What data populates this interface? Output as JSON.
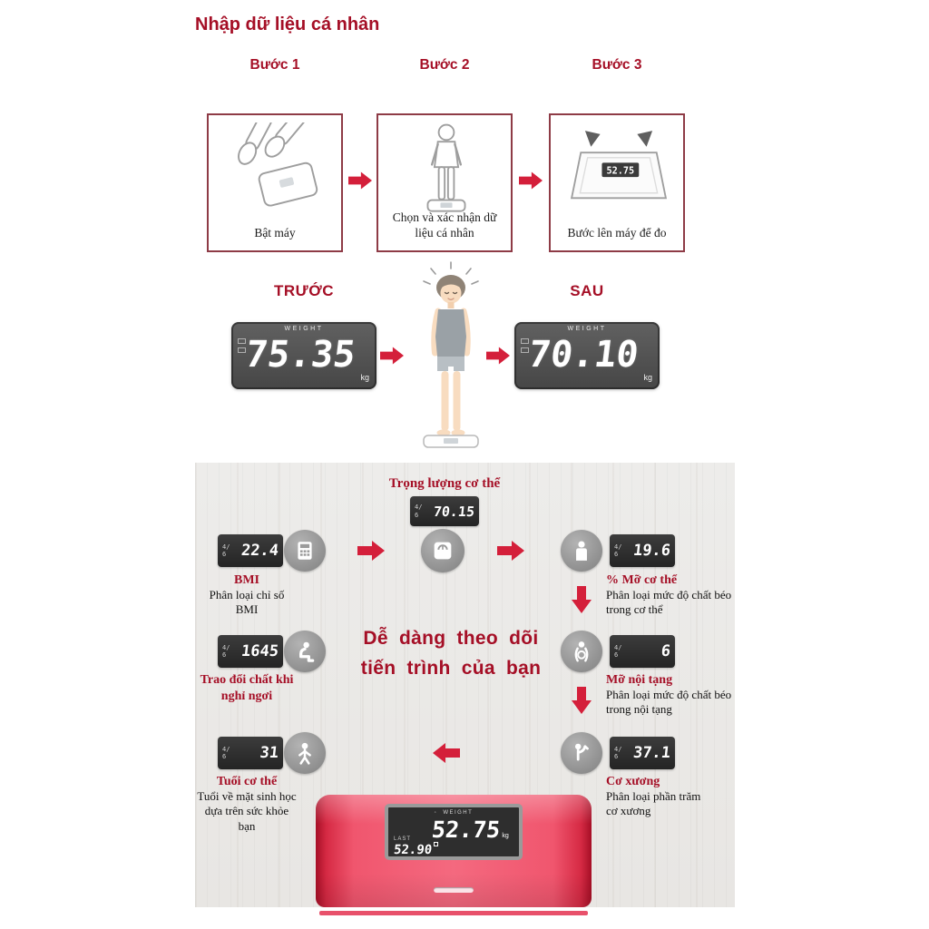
{
  "colors": {
    "accent": "#a50f26",
    "arrow_red": "#d41f3a",
    "device_pink": "#ee4763",
    "lcd_gray": "#4e4e4e"
  },
  "title": "Nhập dữ liệu cá nhân",
  "steps": [
    {
      "label": "Bước 1",
      "caption": "Bật máy"
    },
    {
      "label": "Bước 2",
      "caption": "Chọn và xác nhận dữ liệu cá nhân"
    },
    {
      "label": "Bước 3",
      "caption": "Bước lên máy để đo",
      "display_value": "52.75"
    }
  ],
  "comparison": {
    "before_label": "TRƯỚC",
    "after_label": "SAU",
    "weight_label": "WEIGHT",
    "unit": "kg",
    "before_value": "75.35",
    "after_value": "70.10"
  },
  "flow": {
    "weight_title": "Trọng lượng cơ thể",
    "weight_value": "70.15",
    "date": "4/ 6",
    "center_line1": "Dễ dàng theo dõi",
    "center_line2": "tiến trình của bạn",
    "bmi": {
      "value": "22.4",
      "name": "BMI",
      "desc": "Phân loại chỉ số BMI"
    },
    "body_fat": {
      "value": "19.6",
      "name": "% Mỡ cơ thể",
      "desc": "Phân loại mức độ chất béo trong cơ thể"
    },
    "metabolism": {
      "value": "1645",
      "name": "Trao đổi chất khi nghỉ ngơi"
    },
    "visceral_fat": {
      "value": "6",
      "name": "Mỡ nội tạng",
      "desc": "Phân loại mức độ chất béo trong nội tạng"
    },
    "body_age": {
      "value": "31",
      "name": "Tuổi cơ thể",
      "desc": "Tuổi về mặt sinh học dựa trên sức khỏe bạn"
    },
    "skeletal_muscle": {
      "value": "37.1",
      "name": "Cơ xương",
      "desc": "Phân loại phần trăm cơ xương"
    }
  },
  "device": {
    "weight_label": "WEIGHT",
    "last_label": "LAST",
    "last_value": "52.90",
    "current_value": "52.75",
    "unit": "kg"
  }
}
